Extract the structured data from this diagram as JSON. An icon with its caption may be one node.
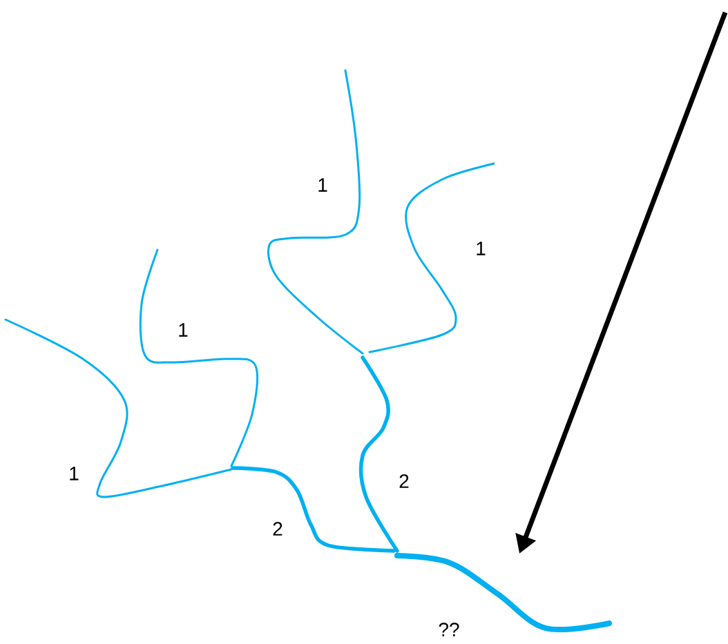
{
  "diagram": {
    "labels": [
      "1",
      "1",
      "1",
      "1",
      "2",
      "2",
      "??"
    ]
  }
}
